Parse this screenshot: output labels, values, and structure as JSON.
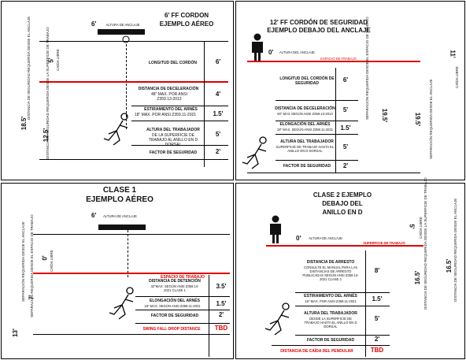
{
  "p1": {
    "title1": "6' FF CORDON",
    "title2": "EJEMPLO AÉREO",
    "anchor_val": "6'",
    "anchor_label": "ALTURA DE ANCLAJE",
    "clear_val": "5'",
    "clear_label": "CAÍDA LIBRE",
    "req18": "18.5'",
    "req18_label": "DISTANCIA DE SEGURIDAD REQUERIDA DESDE EL ANCLAJE",
    "req12": "12.5'",
    "req12_label": "DISTANCIA DE SEGURIDAD REQUERIDA DESDE LA SUPERFICIE DE TRABAJO",
    "rows": [
      {
        "label": "LONGITUD DEL CORDÓN",
        "val": "6'"
      },
      {
        "label": "DISTANCIA DE DECELERACIÓN",
        "sub": "48\" MAX. POR ANSI Z359.13-2013",
        "val": "4'"
      },
      {
        "label": "ESTIRAMIENTO DEL ARNÉS",
        "sub": "18\" MAX. POR ANSI Z359.11-2021",
        "val": "1.5'"
      },
      {
        "label": "ALTURA DEL TRABAJADOR",
        "sub": "DE LA SUPERFICIE DE TRABAJO AL ANILLO EN D DORSAL",
        "val": "5'"
      },
      {
        "label": "FACTOR DE SEGURIDAD",
        "val": "2'"
      }
    ]
  },
  "p2": {
    "title1": "12' FF CORDÓN DE SEGURIDAD",
    "title2": "EJEMPLO DEBAJO DEL ANCLAJE",
    "anchor_val": "0'",
    "anchor_label": "ALTURA DEL ANCLAJE",
    "work_label": "ESPACIO DE TRABAJO",
    "clear_val": "11'",
    "clear_label": "CAÍDA LIBRE",
    "req19": "19.5'",
    "req19_label": "SEPARACIÓN REQUERIDA DESDE EL ANCLAJE",
    "req19b": "19.5'",
    "req19b_label": "SEPARACIÓN REQUERIDA DESDE EL ESPACIO DE TRABAJO",
    "rows": [
      {
        "label": "LONGITUD DEL CORDÓN DE SEGURIDAD",
        "val": "6'"
      },
      {
        "label": "DISTANCIA DE DECELERACIÓN",
        "sub": "60\" MAX SEGÚN ANSI Z359.13-2013",
        "val": "5'"
      },
      {
        "label": "ELONGACIÓN DEL ARNÉS",
        "sub": "18\" MAX. SEGÚN ANSI Z359.11-2021",
        "val": "1.5'"
      },
      {
        "label": "ALTURA DEL TRABAJADOR",
        "sub": "SUPERFICIE DE TRABAJO HASTA EL ANILLO EN D DORSAL",
        "val": "5'"
      },
      {
        "label": "FACTOR DE SEGURIDAD",
        "val": "2'"
      }
    ]
  },
  "p3": {
    "title1": "CLASE 1",
    "title2": "EJEMPLO AÉREO",
    "anchor_val": "6'",
    "anchor_label": "ALTURA DE ANCLAJE",
    "clear_val": "0'",
    "clear_label": "CAÍDA LIBRE",
    "work_label": "ESPACIO DE TRABAJO",
    "req13": "13'",
    "req13_label": "SEPARACIÓN REQUERIDA DESDE EL ANCLAJE",
    "req7": "7'",
    "req7_label": "SEPARACIÓN REQUERIDA DESDE EL ESPACIO DE TRABAJO",
    "rows": [
      {
        "label": "DISTANCIA DE DETENCIÓN",
        "sub": "42\"MAX. SEGÚN ANSI Z359.14-2021 CLASE 1",
        "val": "3.5'"
      },
      {
        "label": "ELONGACIÓN DEL ARNÉS",
        "sub": "18\" MAX. SEGÚN ANSI Z359.11-2021",
        "val": "1.5'"
      },
      {
        "label": "FACTOR DE SEGURIDAD",
        "val": "2'"
      },
      {
        "label": "SWING FALL DROP DISTANCE",
        "val": "TBD",
        "red": true
      }
    ]
  },
  "p4": {
    "title1": "CLASE 2 EJEMPLO",
    "title2": "DEBAJO DEL",
    "title3": "ANILLO EN D",
    "anchor_val": "0'",
    "anchor_label": "ALTURA DE ANCLAJE",
    "work_label": "SUPERFICIE DE TRABAJO",
    "clear_val": "5'",
    "clear_label": "CAÍDA LIBRE",
    "req165": "16.5'",
    "req165_label": "DISTANCIA DE SEGURIDAD REQUERIDA DESDE LA SUPERFICIE DE TRABAJO",
    "req165b": "16.5'",
    "req165b_label": "DISTANCIA DE SEGURIDAD REQUERIDA DESDE EL ANCLAJE",
    "rows": [
      {
        "label": "DISTANCIA DE ARRESTO",
        "sub": "CONSULTE EL MANUAL PARA LAS DISTANCIAS DE ARRESTO PUBLICADAS SEGÚN ANSI Z359.14-2021 CLASE 2",
        "val": "8'"
      },
      {
        "label": "ESTIRAMIENTO DEL ARNÉS",
        "sub": "18\" MAX. POR ANSI Z359.11-2021",
        "val": "1.5'"
      },
      {
        "label": "ALTURA DEL TRABAJADOR",
        "sub": "DESDE LA SUPERFICIE DE TRABAJO HASTA EL ANILLO EN D DORSAL",
        "val": "5'"
      },
      {
        "label": "FACTOR DE SEGURIDAD",
        "val": "2'"
      },
      {
        "label": "DISTANCIA DE CAÍDA DEL PENDULAR",
        "val": "TBD",
        "red": true
      }
    ]
  }
}
